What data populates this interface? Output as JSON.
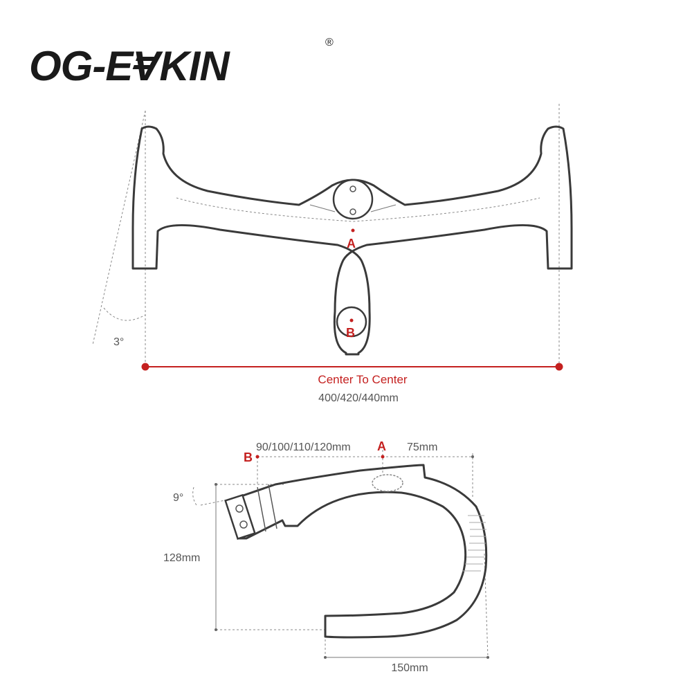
{
  "brand": {
    "name": "OG-EVKIN",
    "registered_mark": "®"
  },
  "colors": {
    "accent": "#c4201f",
    "outline": "#3a3a3a",
    "dim": "#555555"
  },
  "top_view": {
    "point_a": "A",
    "point_b": "B",
    "flare_angle": "3°",
    "width_label": "Center To Center",
    "width_values": "400/420/440mm"
  },
  "side_view": {
    "point_a": "A",
    "point_b": "B",
    "stem_length": "90/100/110/120mm",
    "reach": "75mm",
    "angle": "9°",
    "drop": "128mm",
    "depth": "150mm"
  }
}
